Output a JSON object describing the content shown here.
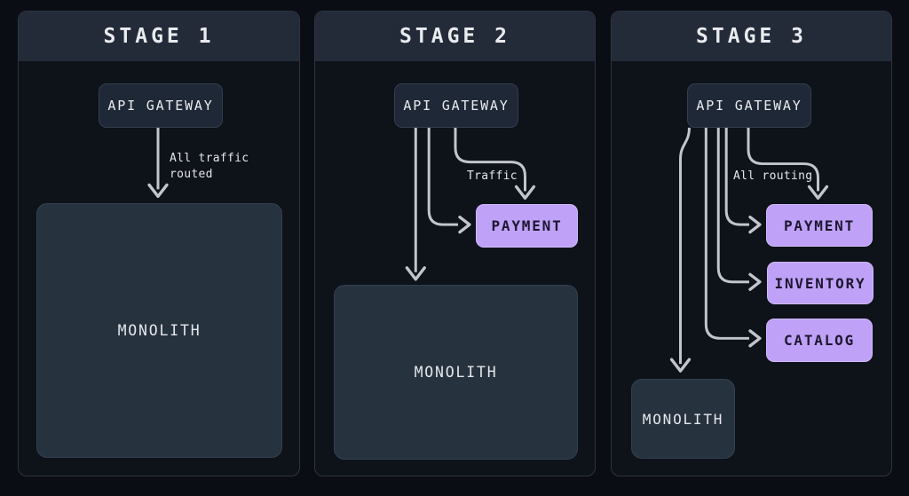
{
  "diagram": {
    "stages": [
      {
        "title": "STAGE 1",
        "gateway": "API GATEWAY",
        "edge_label": "All traffic routed",
        "monolith": "MONOLITH",
        "services": []
      },
      {
        "title": "STAGE 2",
        "gateway": "API GATEWAY",
        "edge_label": "Traffic",
        "monolith": "MONOLITH",
        "services": [
          "PAYMENT"
        ]
      },
      {
        "title": "STAGE 3",
        "gateway": "API GATEWAY",
        "edge_label": "All routing",
        "monolith": "MONOLITH",
        "services": [
          "PAYMENT",
          "INVENTORY",
          "CATALOG"
        ]
      }
    ],
    "colors": {
      "page_bg": "#0a0d13",
      "panel_bg": "#0e1219",
      "panel_border": "#2c3442",
      "header_bg": "#232b39",
      "gateway_bg": "#1f2836",
      "monolith_bg": "#27323f",
      "service_bg": "#bfa2f7",
      "service_text": "#1e1730",
      "connector": "#c2c5cb",
      "text_light": "#e9ebef"
    }
  }
}
